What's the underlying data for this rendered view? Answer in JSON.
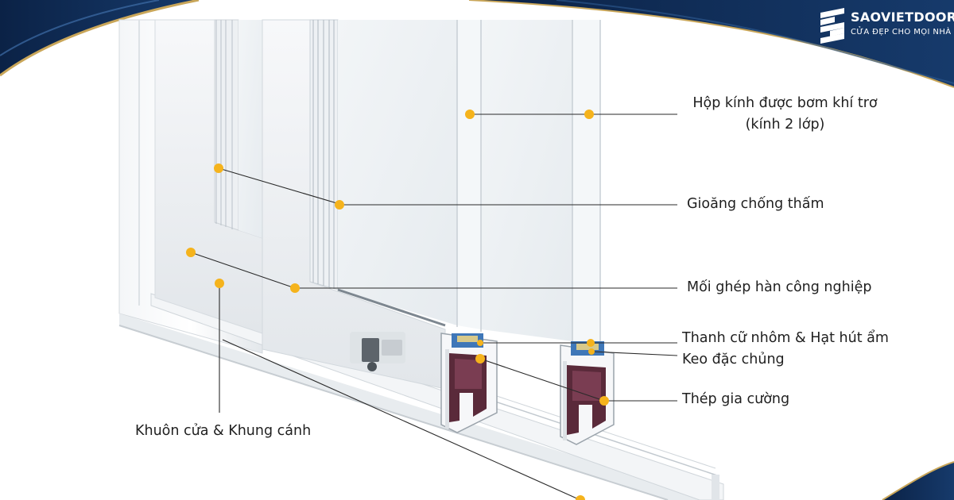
{
  "brand": {
    "name": "SAOVIETDOOR",
    "tagline": "CỬA ĐẸP CHO MỌI NHÀ",
    "logo_icon": "sv-stripes-logo-icon"
  },
  "colors": {
    "marker": "#f5b31c",
    "navy": "#0f2a52",
    "gold_accent": "#c9a659",
    "steel": "#5a2a3a",
    "spacer": "#3f77b8"
  },
  "callouts": {
    "gas_glass_line1": "Hộp kính được bơm khí trơ",
    "gas_glass_line2": "(kính 2 lớp)",
    "gasket": "Gioăng chống thấm",
    "weld": "Mối ghép hàn công nghiệp",
    "spacer": "Thanh cữ nhôm & Hạt hút ẩm",
    "sealant": "Keo đặc chủng",
    "steel": "Thép gia cường",
    "frame": "Khuôn cửa & Khung cánh"
  }
}
